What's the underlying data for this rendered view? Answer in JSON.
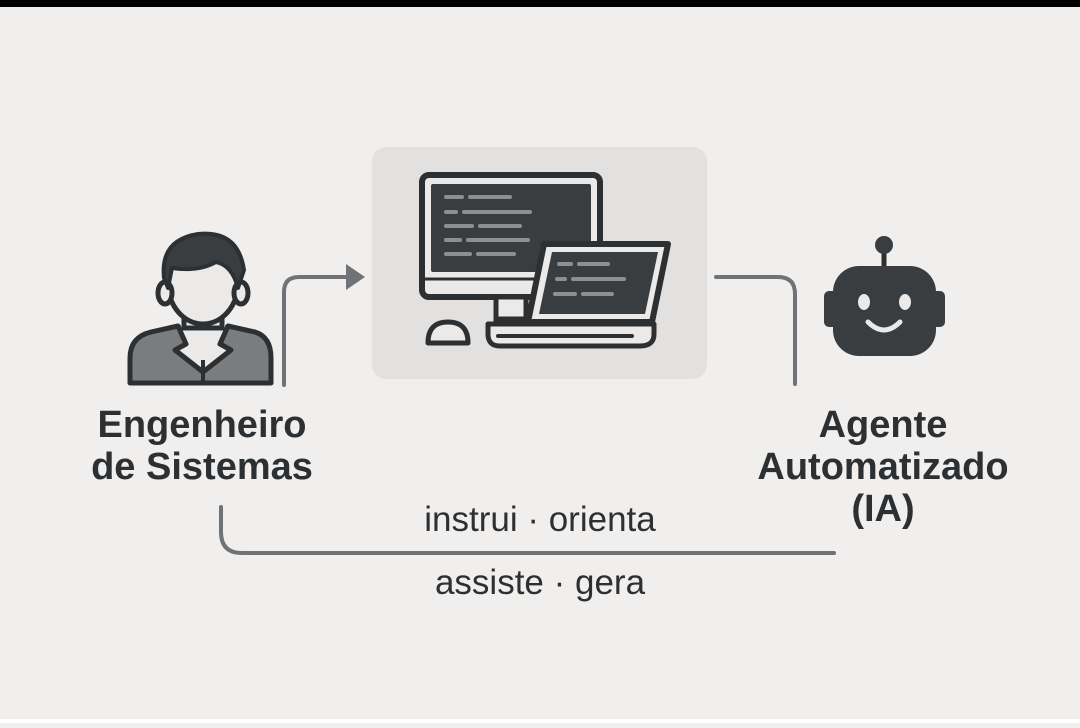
{
  "nodes": {
    "engineer": {
      "label_line1": "Engenheiro",
      "label_line2": "de Sistemas",
      "icon": "person-icon"
    },
    "workstation": {
      "icon": "computer-laptop-icon"
    },
    "agent": {
      "label_line1": "Agente",
      "label_line2": "Automatizado",
      "label_line3": "(IA)",
      "icon": "robot-icon"
    }
  },
  "flows": {
    "top_label": "instrui · orienta",
    "bottom_label": "assiste · gera"
  },
  "colors": {
    "background": "#f0efed",
    "panel": "#e2e1df",
    "dark": "#2d3033",
    "connector": "#6f7377",
    "person_body": "#7a7c7e",
    "screen": "#3a3d40"
  }
}
